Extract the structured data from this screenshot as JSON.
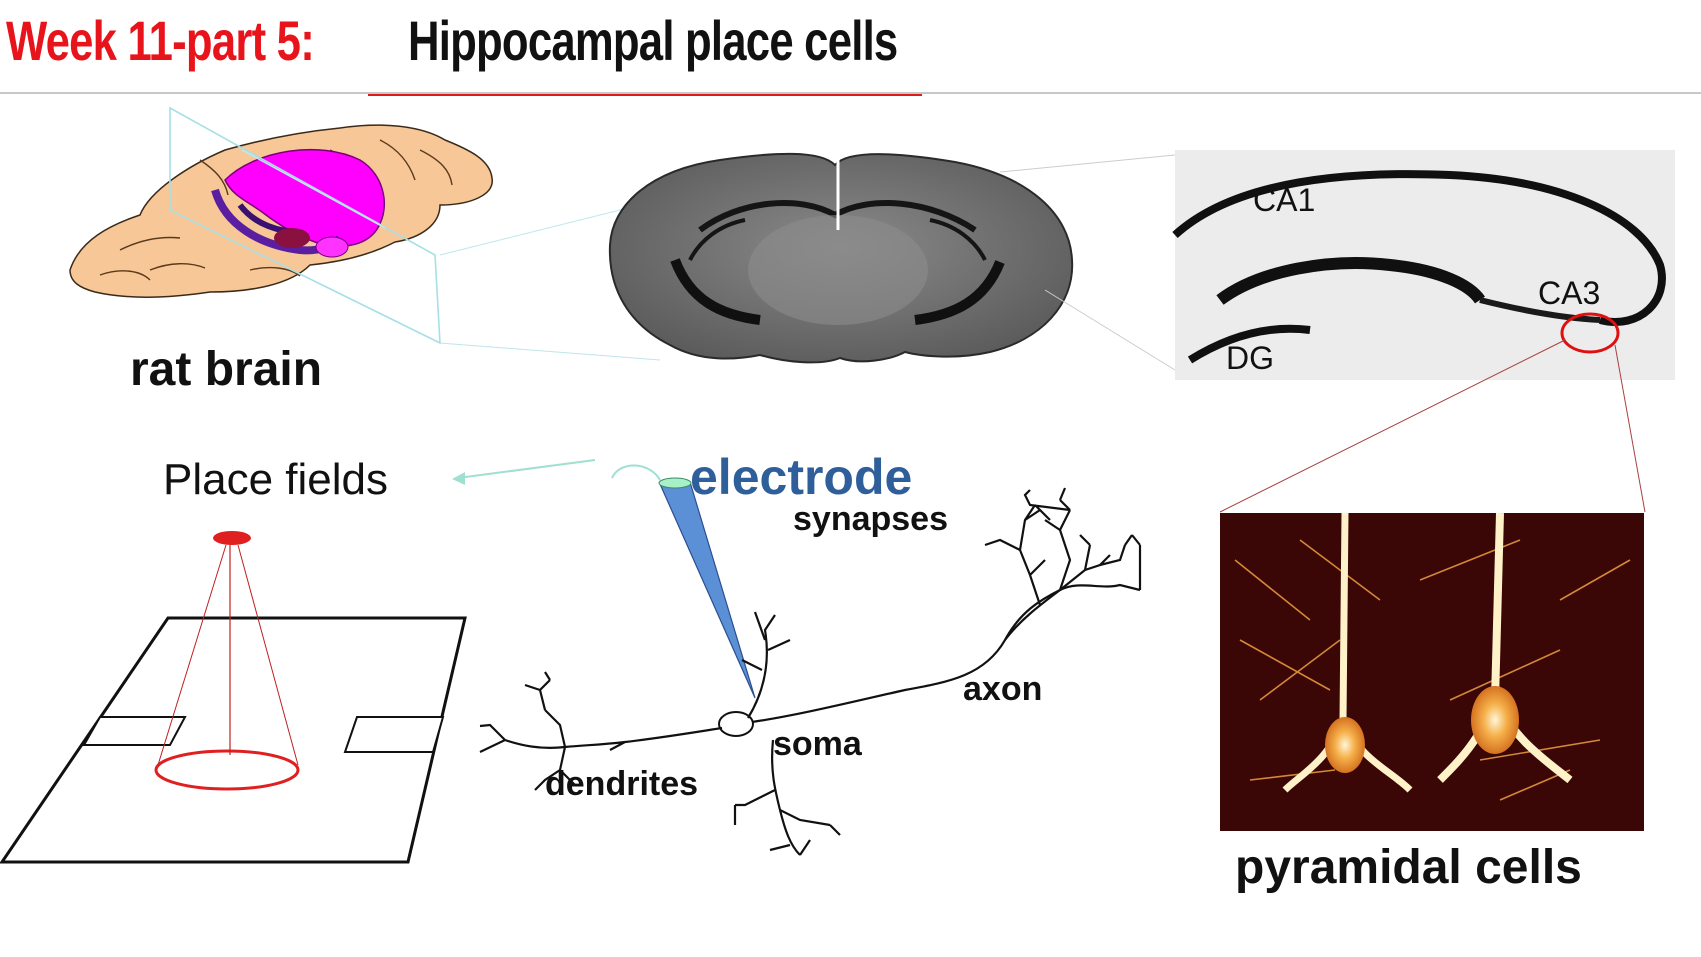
{
  "header": {
    "week_label": "Week 11-part 5:",
    "title": "Hippocampal place cells"
  },
  "labels": {
    "rat_brain": "rat brain",
    "place_fields": "Place fields",
    "electrode": "electrode",
    "synapses": "synapses",
    "axon": "axon",
    "soma": "soma",
    "dendrites": "dendrites",
    "pyramidal_cells": "pyramidal cells",
    "ca1": "CA1",
    "ca3": "CA3",
    "dg": "DG"
  },
  "colors": {
    "title_red": "#e8141c",
    "electrode_blue": "#2f5f9a",
    "hippocampus_magenta": "#ff00ff",
    "brain_tan": "#f7c797"
  }
}
